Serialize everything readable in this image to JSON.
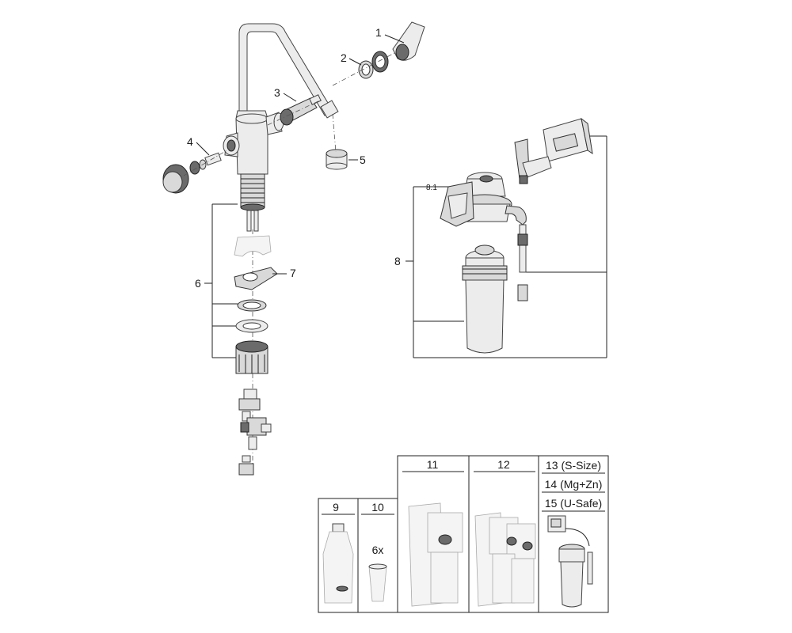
{
  "callouts": {
    "c1": "1",
    "c2": "2",
    "c3": "3",
    "c4": "4",
    "c5": "5",
    "c6": "6",
    "c7": "7",
    "c8": "8",
    "c8_1": "8.1"
  },
  "accessory_table": {
    "col9": "9",
    "col10": "10",
    "col10_qty": "6x",
    "col11": "11",
    "col12": "12",
    "col13": "13 (S-Size)",
    "col14": "14 (Mg+Zn)",
    "col15": "15 (U-Safe)"
  }
}
